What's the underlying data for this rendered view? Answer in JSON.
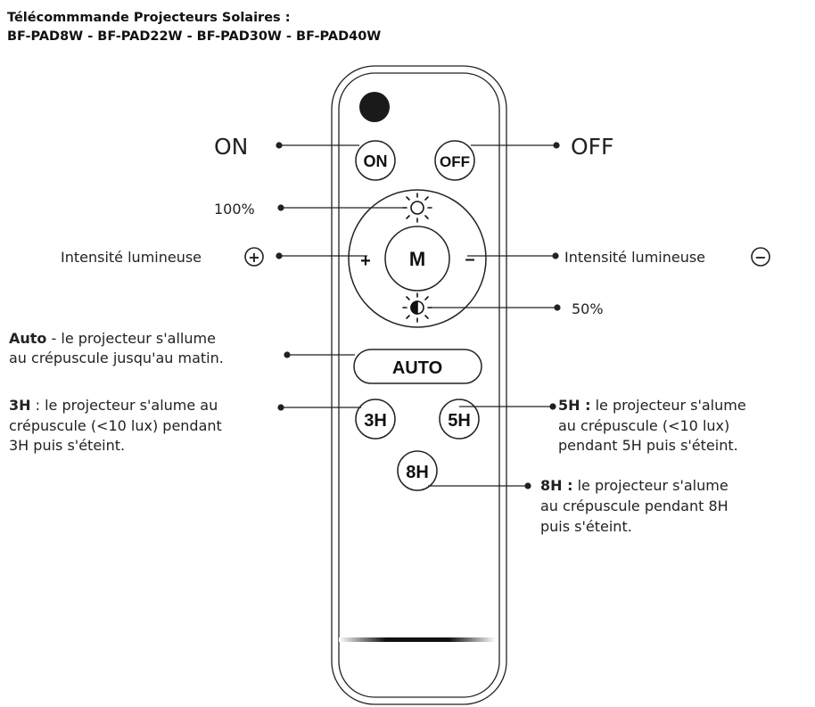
{
  "header": {
    "title": "Télécommmande Projecteurs Solaires :",
    "models": "BF-PAD8W - BF-PAD22W - BF-PAD30W - BF-PAD40W"
  },
  "remote": {
    "buttons": {
      "on": "ON",
      "off": "OFF",
      "mode": "M",
      "plus": "+",
      "minus": "–",
      "auto": "AUTO",
      "h3": "3H",
      "h5": "5H",
      "h8": "8H"
    }
  },
  "labels": {
    "on": "ON",
    "off": "OFF",
    "full": "100%",
    "half": "50%",
    "intensity_plus": "Intensité lumineuse",
    "intensity_minus": "Intensité lumineuse",
    "plus_symbol": "+",
    "minus_symbol": "−",
    "auto": {
      "bold": "Auto",
      "line1": " - le projecteur s'allume",
      "line2": "au crépuscule jusqu'au matin."
    },
    "h3": {
      "bold": "3H",
      "line1": " :  le projecteur s'alume au",
      "line2": "crépuscule (<10 lux) pendant",
      "line3": "3H puis s'éteint."
    },
    "h5": {
      "bold": "5H :",
      "line1": "  le projecteur s'alume",
      "line2": "au crépuscule (<10 lux)",
      "line3": "pendant 5H puis s'éteint."
    },
    "h8": {
      "bold": "8H :",
      "line1": "  le projecteur s'alume",
      "line2": "au crépuscule pendant 8H",
      "line3": "puis s'éteint."
    }
  }
}
